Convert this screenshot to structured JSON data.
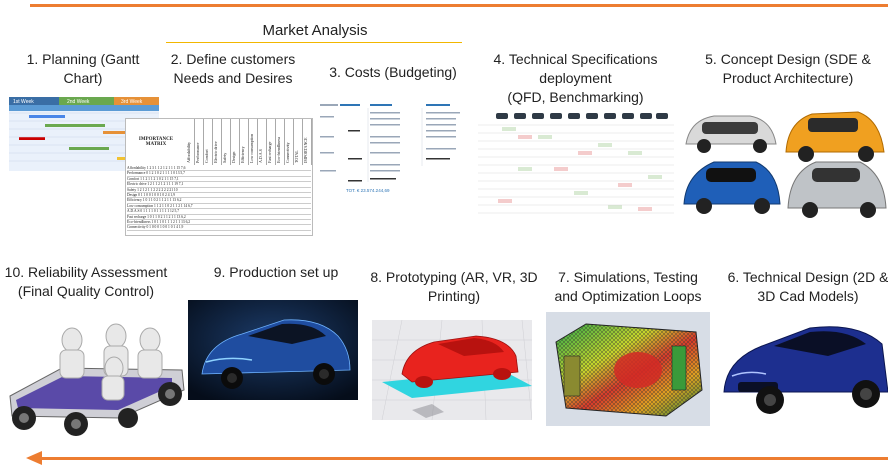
{
  "title": "Market Analysis",
  "colors": {
    "accent": "#ed7d31",
    "market_line": "#f2b700"
  },
  "steps": [
    {
      "label": "1.   Planning (Gantt\nChart)"
    },
    {
      "label": "2. Define customers\nNeeds and Desires"
    },
    {
      "label": "3. Costs (Budgeting)"
    },
    {
      "label": "4. Technical Specifications\ndeployment\n(QFD, Benchmarking)"
    },
    {
      "label": "5. Concept Design (SDE &\nProduct Architecture)"
    },
    {
      "label": "6. Technical Design (2D &\n3D Cad Models)"
    },
    {
      "label": "7. Simulations, Testing\nand Optimization Loops"
    },
    {
      "label": "8. Prototyping (AR, VR, 3D\nPrinting)"
    },
    {
      "label": "9. Production set up"
    },
    {
      "label": "10. Reliability Assessment\n(Final Quality Control)"
    }
  ],
  "gantt": {
    "weeks": [
      "1st Week",
      "2nd Week",
      "3rd Week"
    ]
  },
  "importance_matrix": {
    "title": "IMPORTANCE\nMATRIX",
    "columns": [
      "Affordability",
      "Performance",
      "Comfort",
      "Electric drive",
      "Safety",
      "Design",
      "Efficiency",
      "Low consumption",
      "A.D.A.S",
      "Fast recharge",
      "Eco-friendliness",
      "Connectivity",
      "TOTAL",
      "IMPORTANCE"
    ],
    "rows": [
      "Affordability  1 2 3 1 1 2 1 2 1 1 1   15  7,6",
      "Performance  0 1 2 1 0 2 1 1 1 1 0   13  5,7",
      "Comfort  1 1 2 1 1 2 1 0 2 1 1   15  7,1",
      "Electric drive  1 2 1 1 2 1 2 1 1 1   19  7,1",
      "Safety  1 2 1 2 1 1 2 2 2 2 2 2   21  10",
      "Design  0 1 1 0 0 1 0 0 1 0 2   4  1,9",
      "Efficiency  1 0 1 1 0 2 1 1 2 1 1   13  6,2",
      "Low consumption  1 1 2 1 1 0 2 1 1 2 1   14  6,7",
      "A.D.A.S  0 1 1 1 1 0 1 1 1 1 1   12  5,7",
      "Fast recharge  1 0 1 1 0 2 1 1 2 1 1   13  6,2",
      "Eco-friendliness  1 0 1 1 0 1 1 1 2 1 1   13  6,2",
      "Connectivity  0 1 0 0 0 1 0 0 1 0 1   4  1,9"
    ]
  },
  "costs_sheet": {
    "footer": "TOT. € 23.574.244,69"
  }
}
